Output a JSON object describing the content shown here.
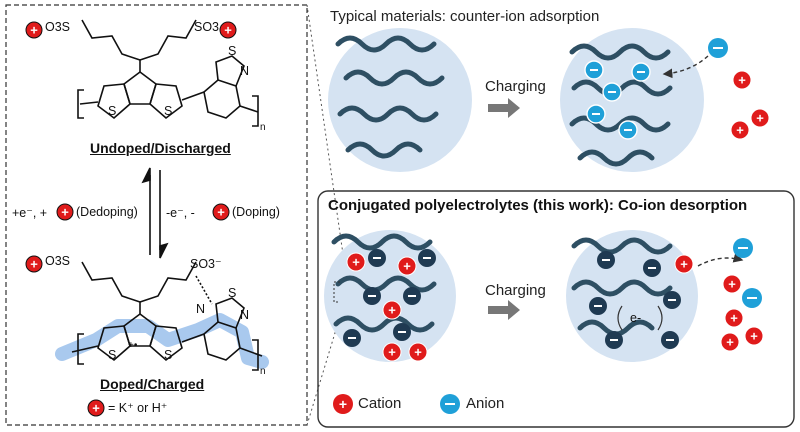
{
  "left_panel": {
    "top_left_group": "O3S",
    "top_right_group": "SO3",
    "thiadiazole_s": "S",
    "thiadiazole_n": "N",
    "thiophene_s": "S",
    "subscript_n": "n",
    "undoped_label": "Undoped/Discharged",
    "dedoping_text": "+e⁻, +",
    "dedoping_suffix": "(Dedoping)",
    "doping_text": "-e⁻, -",
    "doping_suffix": "(Doping)",
    "doped_top_left_group": "O3S",
    "doped_top_right_group": "SO3⁻",
    "polaron_mark": "+•",
    "doped_label": "Doped/Charged",
    "cation_definition": "= K⁺ or H⁺"
  },
  "top_right": {
    "title": "Typical materials: counter-ion adsorption",
    "arrow_label": "Charging"
  },
  "bottom_right": {
    "title": "Conjugated polyelectrolytes (this work): Co-ion desorption",
    "arrow_label": "Charging",
    "electron_label": "e-"
  },
  "legend": {
    "cation_label": "Cation",
    "anion_label": "Anion"
  },
  "colors": {
    "cation": "#e01b1b",
    "anion": "#1fa0d8",
    "chain": "#2e4f63",
    "bubble": "#d5e3f2",
    "bound_anion": "#1f3a52"
  }
}
